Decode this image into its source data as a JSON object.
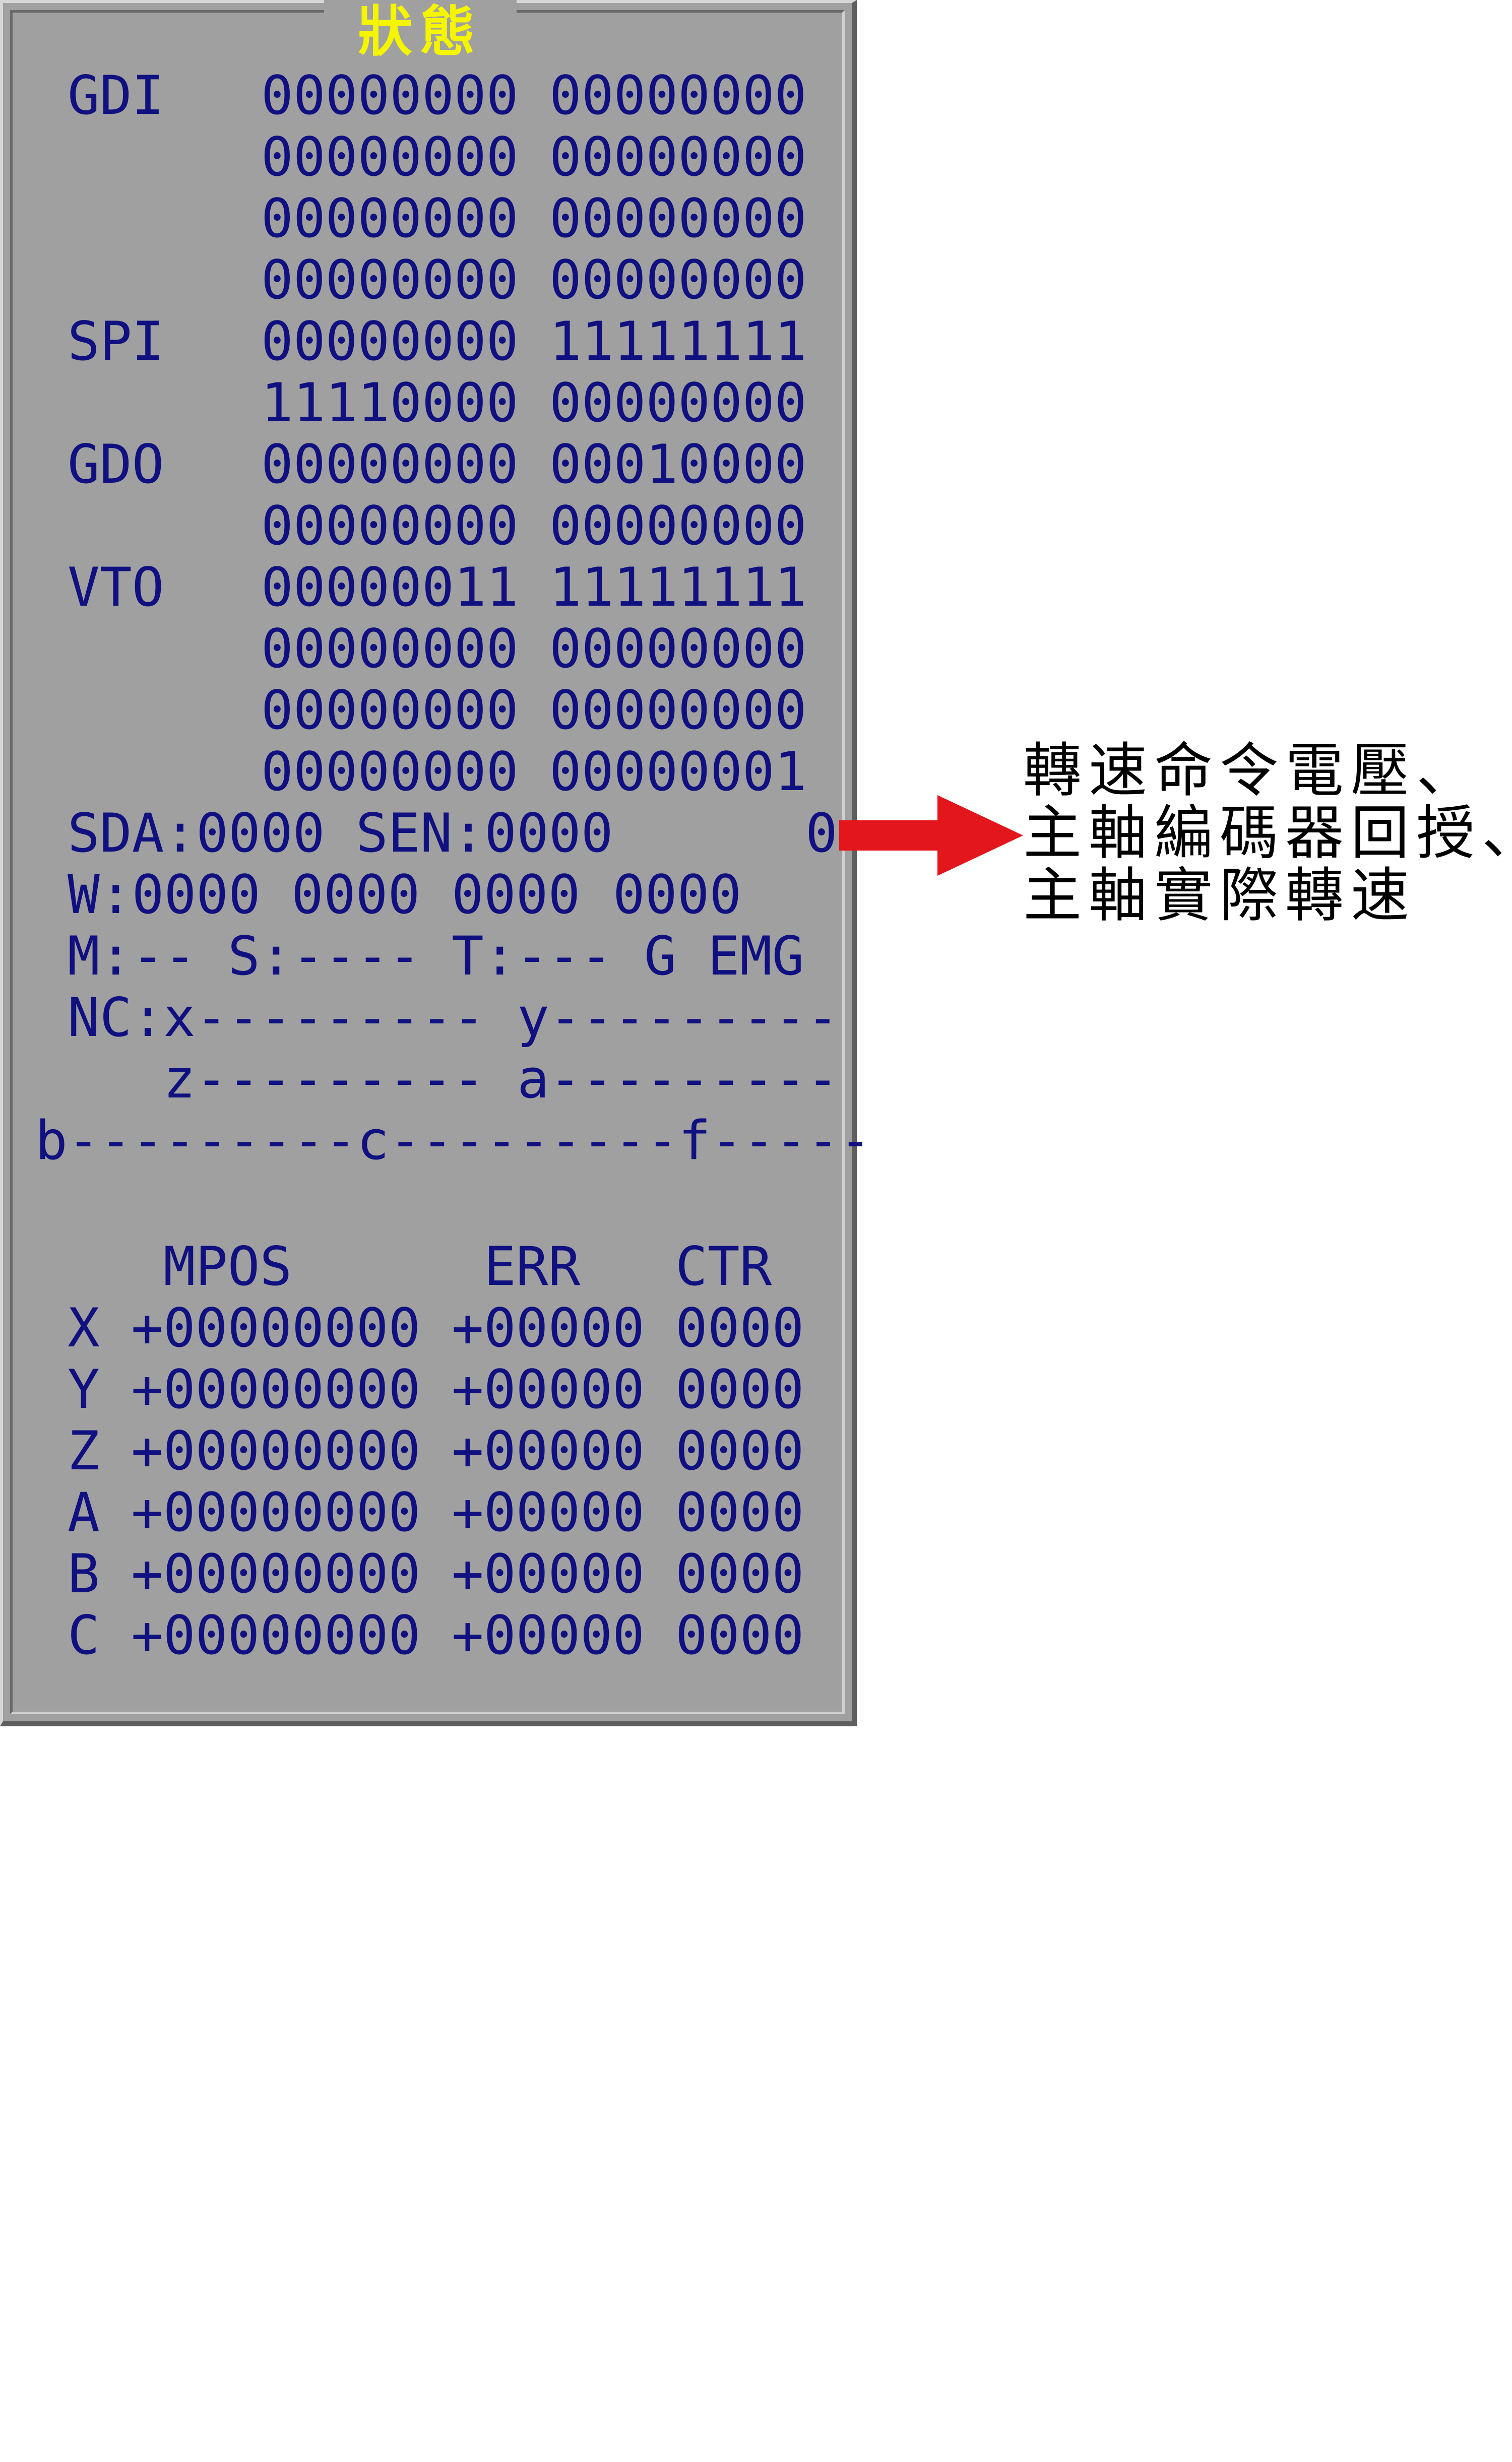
{
  "window": {
    "title": "狀態"
  },
  "io_status": [
    {
      "label": "GDI",
      "values": [
        "00000000",
        "00000000"
      ]
    },
    {
      "label": "",
      "values": [
        "00000000",
        "00000000"
      ]
    },
    {
      "label": "",
      "values": [
        "00000000",
        "00000000"
      ]
    },
    {
      "label": "",
      "values": [
        "00000000",
        "00000000"
      ]
    },
    {
      "label": "SPI",
      "values": [
        "00000000",
        "11111111"
      ]
    },
    {
      "label": "",
      "values": [
        "11110000",
        "00000000"
      ]
    },
    {
      "label": "GDO",
      "values": [
        "00000000",
        "00010000"
      ]
    },
    {
      "label": "",
      "values": [
        "00000000",
        "00000000"
      ]
    },
    {
      "label": "VTO",
      "values": [
        "00000011",
        "11111111"
      ]
    },
    {
      "label": "",
      "values": [
        "00000000",
        "00000000"
      ]
    },
    {
      "label": "",
      "values": [
        "00000000",
        "00000000"
      ]
    },
    {
      "label": "",
      "values": [
        "00000000",
        "00000001"
      ]
    }
  ],
  "spindle_line": {
    "sda": "SDA:0000",
    "sen": "SEN:0000",
    "speed": "0"
  },
  "w_line": {
    "label": "W:0000",
    "values": [
      "0000",
      "0000",
      "0000"
    ]
  },
  "mst_line": {
    "m": "M:--",
    "s": "S:----",
    "t": "T:---",
    "g": "G",
    "emg": "EMG"
  },
  "nc_lines": [
    {
      "label": "NC:",
      "a": "x---------",
      "b": "y---------"
    },
    {
      "label": "",
      "a": "z---------",
      "b": "a---------"
    },
    {
      "label": "",
      "a": "b---------c---------f-----",
      "b": ""
    }
  ],
  "axes_table": {
    "headers": [
      "MPOS",
      "ERR",
      "CTR"
    ],
    "rows": [
      {
        "axis": "X",
        "mpos": "+00000000",
        "err": "+00000",
        "ctr": "0000"
      },
      {
        "axis": "Y",
        "mpos": "+00000000",
        "err": "+00000",
        "ctr": "0000"
      },
      {
        "axis": "Z",
        "mpos": "+00000000",
        "err": "+00000",
        "ctr": "0000"
      },
      {
        "axis": "A",
        "mpos": "+00000000",
        "err": "+00000",
        "ctr": "0000"
      },
      {
        "axis": "B",
        "mpos": "+00000000",
        "err": "+00000",
        "ctr": "0000"
      },
      {
        "axis": "C",
        "mpos": "+00000000",
        "err": "+00000",
        "ctr": "0000"
      }
    ]
  },
  "annotation": {
    "lines": [
      "轉速命令電壓、",
      "主軸編碼器回授、",
      "主軸實際轉速"
    ],
    "arrow_color": "#e3161c"
  },
  "colors": {
    "panel_bg": "#a0a0a0",
    "text": "#101080",
    "title": "#f5f500"
  }
}
